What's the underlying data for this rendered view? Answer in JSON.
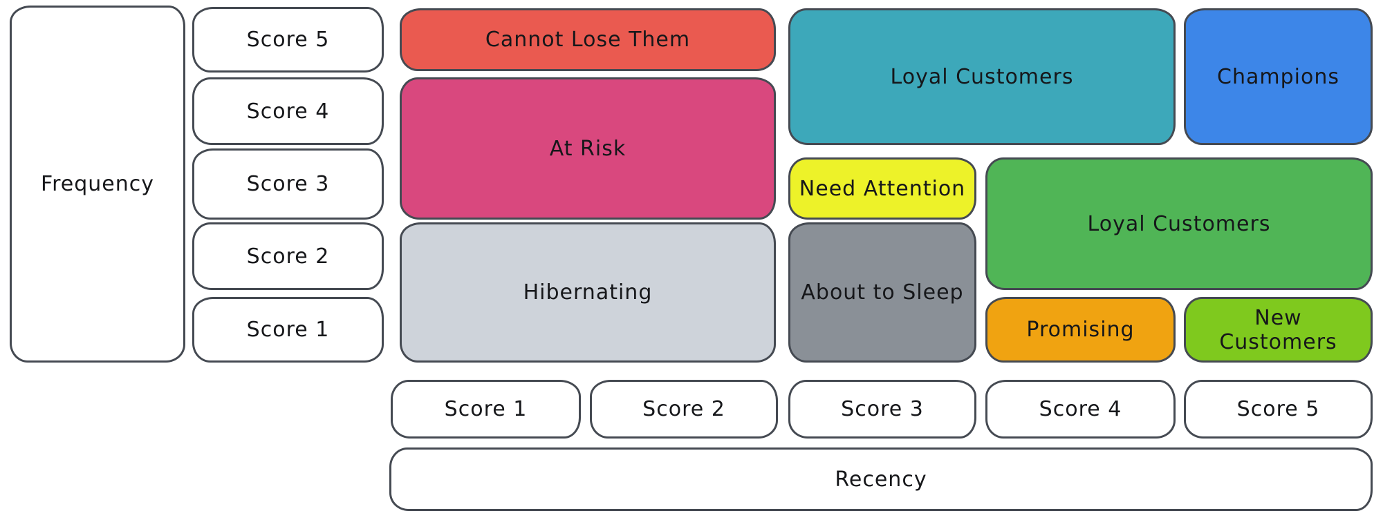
{
  "diagram_type": "rfm-segmentation-matrix",
  "axes": {
    "frequency": {
      "label": "Frequency",
      "scores": [
        "Score 5",
        "Score 4",
        "Score 3",
        "Score 2",
        "Score 1"
      ]
    },
    "recency": {
      "label": "Recency",
      "scores": [
        "Score 1",
        "Score 2",
        "Score 3",
        "Score 4",
        "Score 5"
      ]
    }
  },
  "segments": [
    {
      "label": "Cannot Lose Them",
      "fill": "#ea5a50",
      "recency": [
        1,
        2
      ],
      "frequency": [
        5,
        5
      ]
    },
    {
      "label": "At Risk",
      "fill": "#d9487e",
      "recency": [
        1,
        2
      ],
      "frequency": [
        3,
        4
      ]
    },
    {
      "label": "Hibernating",
      "fill": "#ced3da",
      "recency": [
        1,
        2
      ],
      "frequency": [
        1,
        2
      ]
    },
    {
      "label": "Loyal Customers",
      "fill": "#3da8ba",
      "recency": [
        3,
        4
      ],
      "frequency": [
        4,
        5
      ]
    },
    {
      "label": "Champions",
      "fill": "#3d86e8",
      "recency": [
        5,
        5
      ],
      "frequency": [
        4,
        5
      ]
    },
    {
      "label": "Need Attention",
      "fill": "#edf229",
      "recency": [
        3,
        3
      ],
      "frequency": [
        3,
        3
      ]
    },
    {
      "label": "About to Sleep",
      "fill": "#8a9097",
      "recency": [
        3,
        3
      ],
      "frequency": [
        1,
        2
      ]
    },
    {
      "label": "Loyal Customers",
      "fill": "#50b556",
      "recency": [
        4,
        5
      ],
      "frequency": [
        2,
        3
      ]
    },
    {
      "label": "Promising",
      "fill": "#f0a311",
      "recency": [
        4,
        4
      ],
      "frequency": [
        1,
        1
      ]
    },
    {
      "label": "New Customers",
      "fill": "#7fc91e",
      "recency": [
        5,
        5
      ],
      "frequency": [
        1,
        1
      ]
    }
  ],
  "colors": {
    "outline": "#454a52",
    "axis_box_fill": "#ffffff",
    "text": "#16171a",
    "background": "#ffffff"
  }
}
